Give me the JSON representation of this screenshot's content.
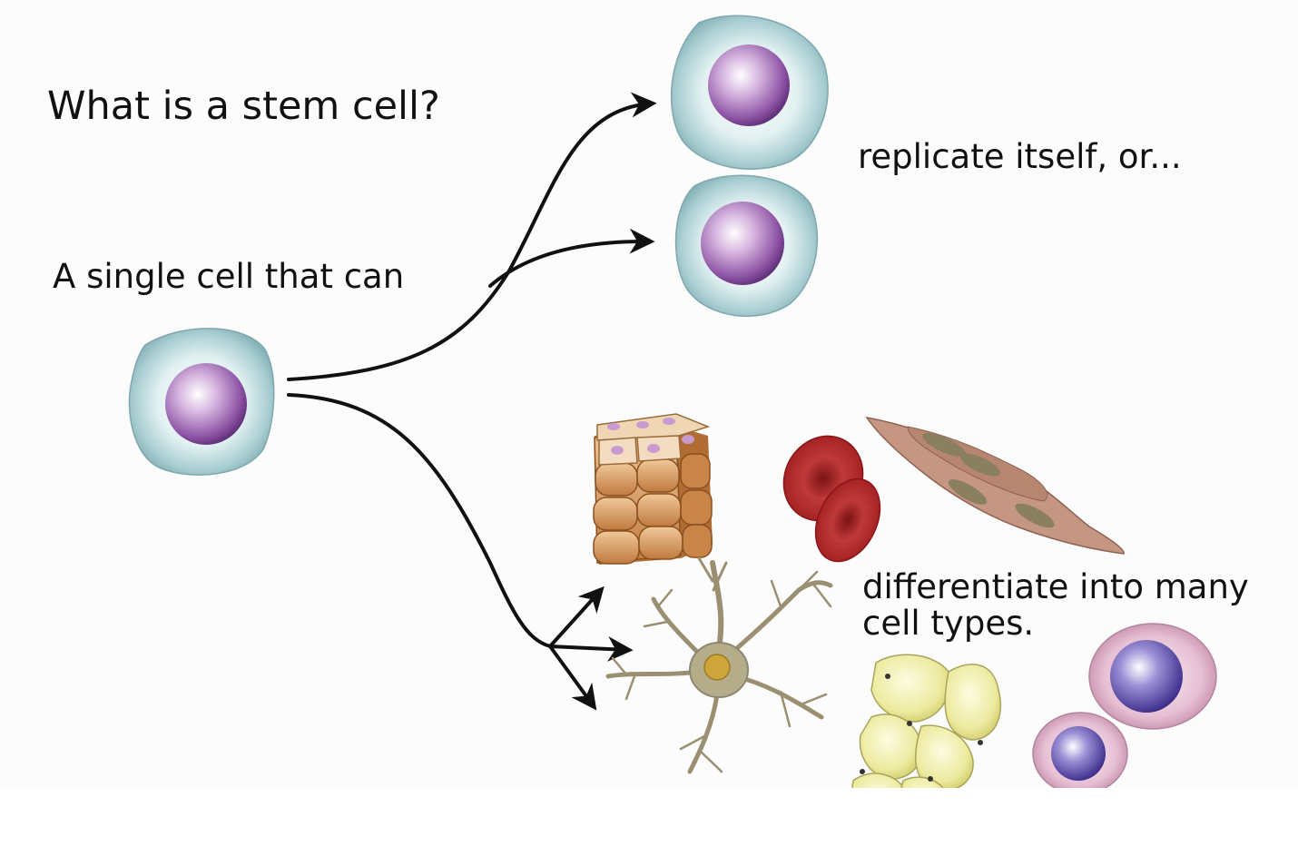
{
  "title": "What is a stem cell?",
  "subtitle": "A single cell that can",
  "replicate_text": "replicate itself, or...",
  "differentiate_line1": "differentiate into many",
  "differentiate_line2": "cell types.",
  "colors": {
    "cytoplasm": "#cfe7ea",
    "cytoplasm_edge": "#8fb9bf",
    "nucleus": "#8a4fa0",
    "arrow": "#111111",
    "rbc": "#b8292a",
    "epithelial": "#d89a62",
    "muscle": "#b07a66",
    "neuron": "#8e8a73",
    "fat": "#e9e79a",
    "blood_cell": "#d9a8c4",
    "blood_nucleus": "#4a3b9a"
  }
}
